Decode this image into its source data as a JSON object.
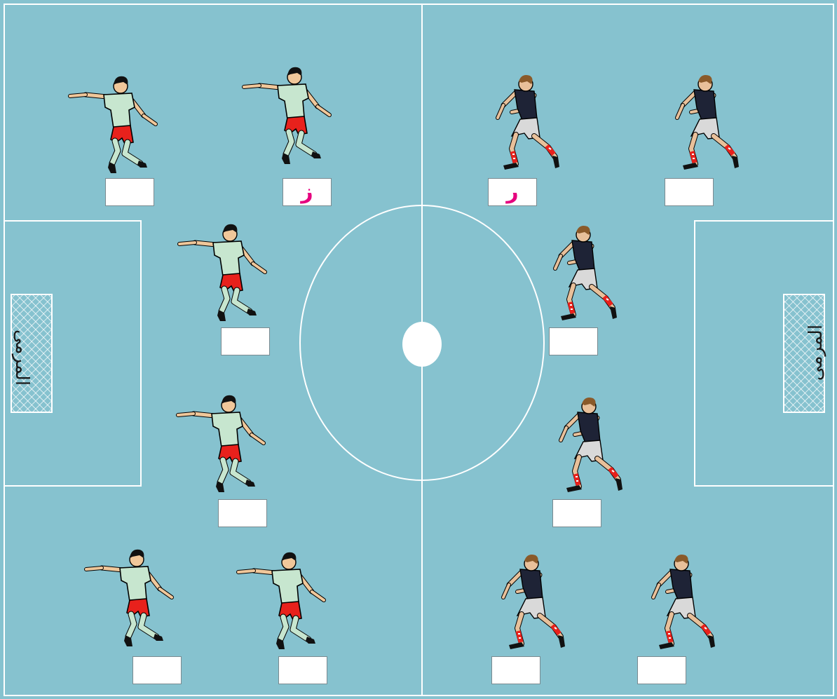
{
  "colors": {
    "field": "#86c2cf",
    "lines": "#ffffff",
    "letter": "#e6007e",
    "team_left_shirt": "#c7e6cf",
    "team_left_shorts": "#e8211c",
    "team_right_shirt": "#1e2336",
    "team_right_shorts": "#d9d9d9"
  },
  "goals": {
    "left_label": "المرمى",
    "right_label": "المرمى"
  },
  "left_team": {
    "player_icon": "kicking-player-icon",
    "boxes": [
      "",
      "ز",
      "",
      "",
      "",
      ""
    ]
  },
  "right_team": {
    "player_icon": "running-player-icon",
    "boxes": [
      "ر",
      "",
      "",
      "",
      "",
      ""
    ]
  }
}
